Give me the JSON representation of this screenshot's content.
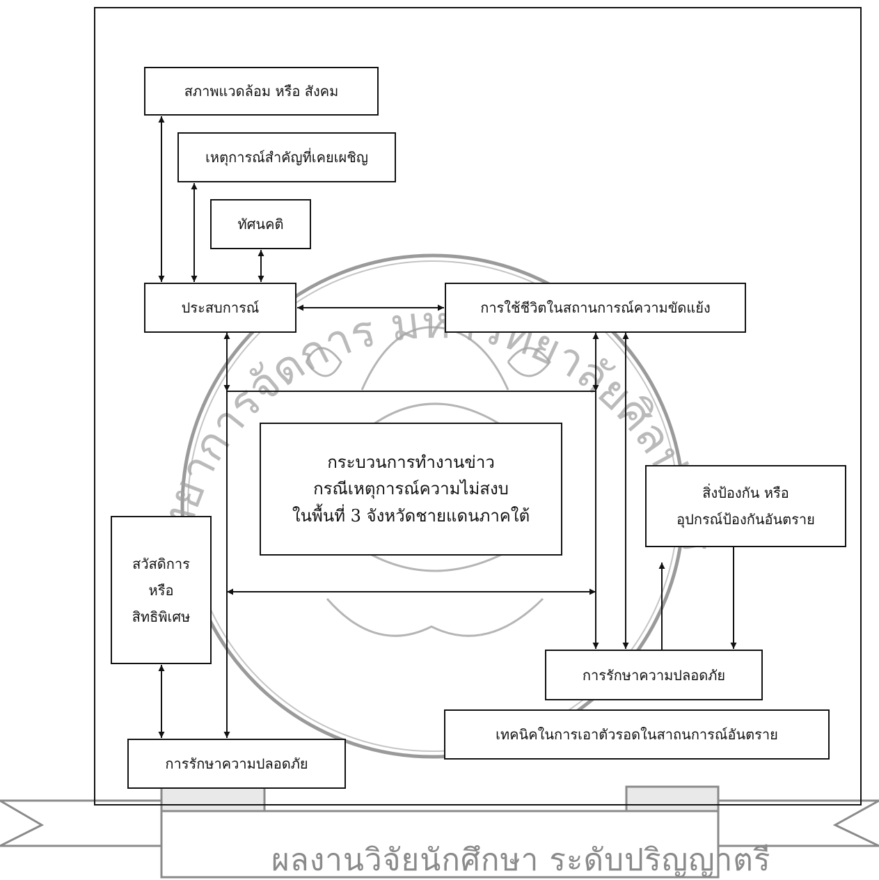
{
  "nodes": {
    "environment": "สภาพแวดล้อม หรือ สังคม",
    "key_events": "เหตุการณ์สำคัญที่เคยเผชิญ",
    "attitude": "ทัศนคติ",
    "experience": "ประสบการณ์",
    "conflict_life": "การใช้ชีวิตในสถานการณ์ความขัดแย้ง",
    "center": [
      "กระบวนการทำงานข่าว",
      "กรณีเหตุการณ์ความไม่สงบ",
      "ในพื้นที่ 3 จังหวัดชายแดนภาคใต้"
    ],
    "welfare": [
      "สวัสดิการ",
      "หรือ",
      "สิทธิพิเศษ"
    ],
    "protection": [
      "สิ่งป้องกัน หรือ",
      "อุปกรณ์ป้องกันอันตราย"
    ],
    "safety_right": "การรักษาความปลอดภัย",
    "safety_left": "การรักษาความปลอดภัย",
    "survival": "เทคนิคในการเอาตัวรอดในสาถนการณ์อันตราย"
  },
  "watermark": {
    "seal_text_arc": "คณะวิทยาการจัดการ มหาวิทยาลัยศิลปากร",
    "banner_text": "ผลงานวิจัยนักศึกษา ระดับปริญญาตรี",
    "color": "#8a8a8a"
  }
}
